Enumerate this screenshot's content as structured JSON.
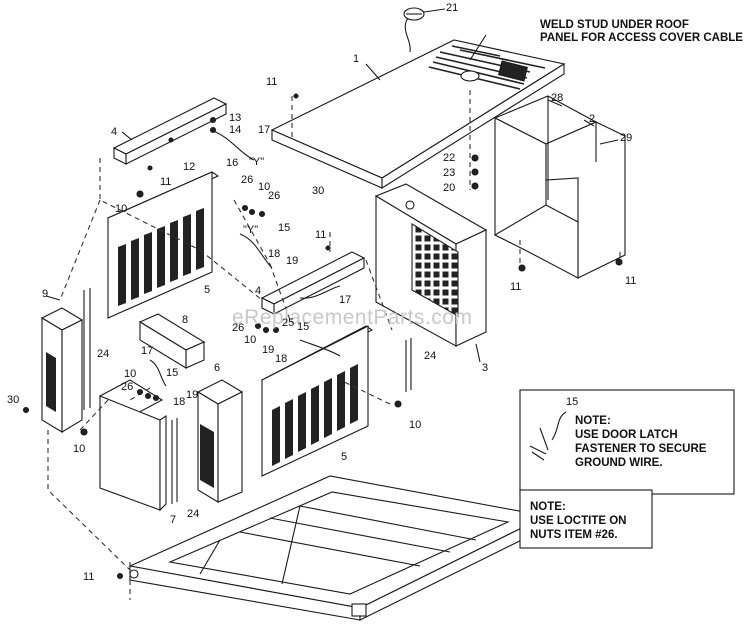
{
  "callout": "WELD STUD UNDER ROOF\nPANEL FOR ACCESS COVER CABLE",
  "watermark": "eReplacementParts.com",
  "note1": {
    "item": "15",
    "text": "NOTE:\nUSE DOOR LATCH\nFASTENER TO SECURE\nGROUND WIRE."
  },
  "note2": {
    "text": "NOTE:\nUSE LOCTITE ON\nNUTS ITEM #26."
  },
  "labels": {
    "l21": "21",
    "l1": "1",
    "l11a": "11",
    "l28": "28",
    "l2": "2",
    "l29": "29",
    "l4a": "4",
    "l13": "13",
    "l14": "14",
    "l17a": "17",
    "l12": "12",
    "l16": "16",
    "lya": "\"Y\"",
    "l11b": "11",
    "l22": "22",
    "l23": "23",
    "l20": "20",
    "l30a": "30",
    "l26a": "26",
    "l10a": "10",
    "l26b": "26",
    "l10b": "10",
    "l11c": "11",
    "lyb": "\"Y\"",
    "l15a": "15",
    "l18a": "18",
    "l19a": "19",
    "l11d": "11",
    "l11e": "11",
    "l5a": "5",
    "l4b": "4",
    "l17b": "17",
    "l9": "9",
    "l8": "8",
    "l26c": "26",
    "l10c": "10",
    "l25": "25",
    "l15b": "15",
    "l19b": "19",
    "l18b": "18",
    "l24a": "24",
    "l3": "3",
    "l24b": "24",
    "l17c": "17",
    "l10d": "10",
    "l26d": "26",
    "l15c": "15",
    "l18c": "18",
    "l19c": "19",
    "l6": "6",
    "l30b": "30",
    "l10e": "10",
    "l10f": "10",
    "l5b": "5",
    "l7": "7",
    "l24c": "24",
    "l11f": "11"
  }
}
